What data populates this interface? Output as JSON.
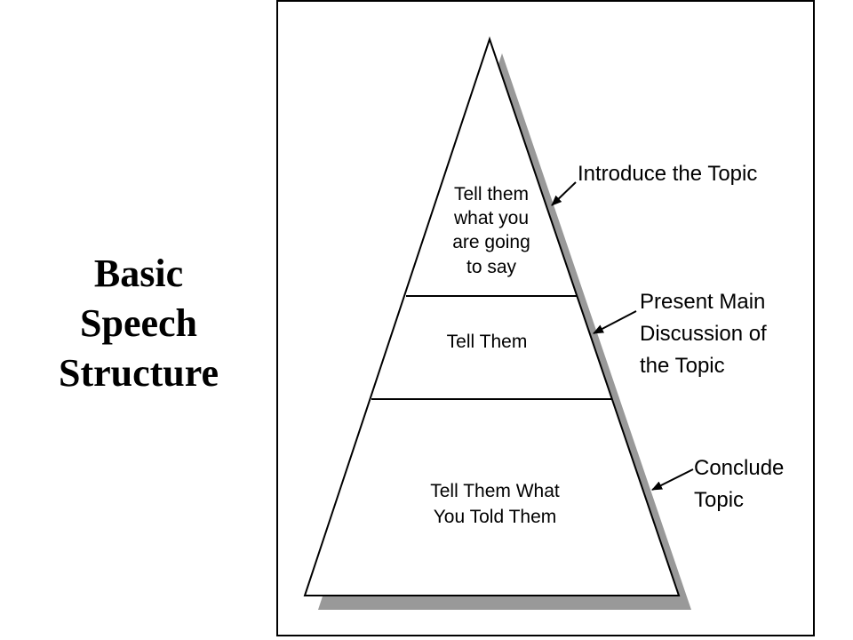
{
  "title": {
    "lines": [
      "Basic",
      "Speech",
      "Structure"
    ]
  },
  "pyramid": {
    "sections": [
      {
        "name": "top",
        "text_lines": [
          "Tell them",
          "what you",
          "are going",
          "to say"
        ],
        "annotation_lines": [
          "Introduce the Topic"
        ]
      },
      {
        "name": "middle",
        "text_lines": [
          "Tell Them"
        ],
        "annotation_lines": [
          "Present Main",
          "Discussion of",
          "the Topic"
        ]
      },
      {
        "name": "bottom",
        "text_lines": [
          "Tell Them What",
          "You Told Them"
        ],
        "annotation_lines": [
          "Conclude",
          "Topic"
        ]
      }
    ]
  },
  "colors": {
    "line": "#000000",
    "shadow": "#999999",
    "fill": "#ffffff"
  }
}
